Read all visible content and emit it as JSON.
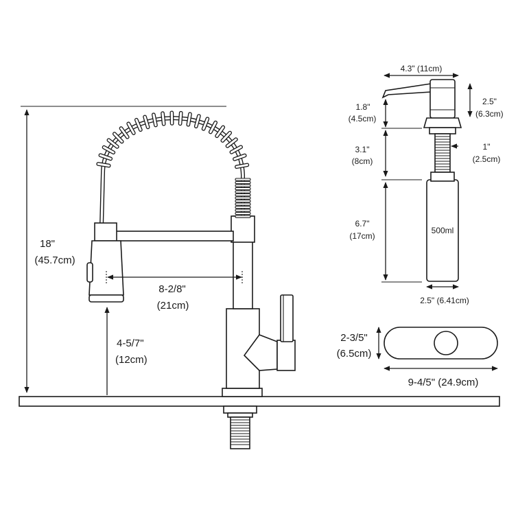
{
  "faucet": {
    "height_in": "18\"",
    "height_cm": "(45.7cm)",
    "reach_in": "8-2/8\"",
    "reach_cm": "(21cm)",
    "spout_height_in": "4-5/7\"",
    "spout_height_cm": "(12cm)"
  },
  "dispenser": {
    "spout_width": "4.3\" (11cm)",
    "head_height_in": "2.5\"",
    "head_height_cm": "(6.3cm)",
    "pump_height_in": "1.8\"",
    "pump_height_cm": "(4.5cm)",
    "shank_length_in": "3.1\"",
    "shank_length_cm": "(8cm)",
    "shank_dia_in": "1\"",
    "shank_dia_cm": "(2.5cm)",
    "bottle_length_in": "6.7\"",
    "bottle_length_cm": "(17cm)",
    "bottle_capacity": "500ml",
    "bottle_width": "2.5\" (6.41cm)"
  },
  "deck_plate": {
    "depth_in": "2-3/5\"",
    "depth_cm": "(6.5cm)",
    "length": "9-4/5\" (24.9cm)"
  }
}
